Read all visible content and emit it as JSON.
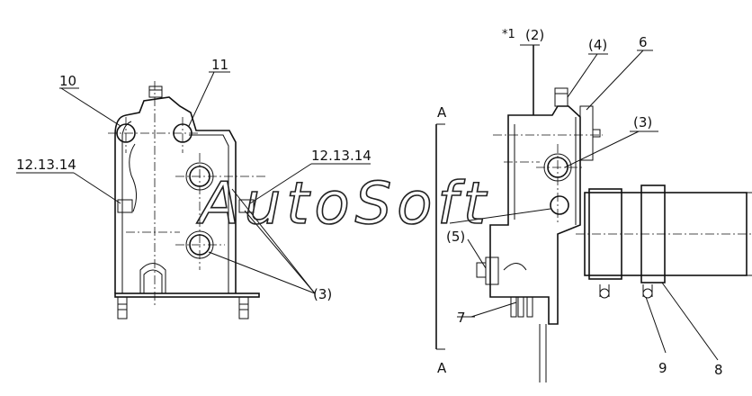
{
  "watermark": "AutoSoft",
  "left_view": {
    "callouts": {
      "part_10": "10",
      "part_11": "11",
      "part_12_left": "12.13.14",
      "part_12_right": "12.13.14",
      "part_3": "(3)"
    }
  },
  "right_view": {
    "section_top": "A",
    "section_bottom": "A",
    "mark": "*1",
    "callouts": {
      "part_2": "(2)",
      "part_4": "(4)",
      "part_6": "6",
      "part_3": "(3)",
      "part_5": "(5)",
      "part_7": "7",
      "part_9": "9",
      "part_8": "8"
    }
  }
}
